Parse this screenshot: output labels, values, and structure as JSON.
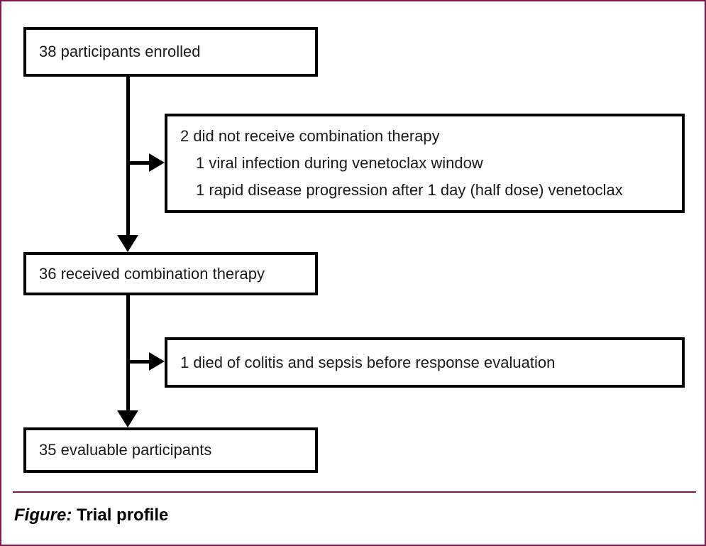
{
  "figure": {
    "caption_label": "Figure:",
    "caption_text": "Trial profile",
    "rule_color": "#7d1a4d",
    "border_color": "#7d1a4d",
    "box_border_color": "#000000",
    "connector_color": "#000000"
  },
  "flowchart": {
    "type": "consort-flow-diagram",
    "nodes": [
      {
        "id": "enrolled",
        "lines": [
          {
            "text": "38 participants enrolled",
            "indent": false
          }
        ]
      },
      {
        "id": "not-received-combination",
        "lines": [
          {
            "text": "2 did not receive combination therapy",
            "indent": false
          },
          {
            "text": "1 viral infection during venetoclax window",
            "indent": true
          },
          {
            "text": "1 rapid disease progression after 1 day (half dose) venetoclax",
            "indent": true
          }
        ]
      },
      {
        "id": "received-combination",
        "lines": [
          {
            "text": "36 received combination therapy",
            "indent": false
          }
        ]
      },
      {
        "id": "died-colitis-sepsis",
        "lines": [
          {
            "text": "1 died of colitis and sepsis before response evaluation",
            "indent": false
          }
        ]
      },
      {
        "id": "evaluable",
        "lines": [
          {
            "text": "35 evaluable participants",
            "indent": false
          }
        ]
      }
    ],
    "counts": {
      "enrolled": 38,
      "did_not_receive_combination_therapy": 2,
      "viral_infection_during_venetoclax_window": 1,
      "rapid_disease_progression": 1,
      "received_combination_therapy": 36,
      "died_of_colitis_and_sepsis": 1,
      "evaluable_participants": 35
    },
    "edges": [
      {
        "from": "enrolled",
        "to": "received-combination",
        "direction": "down"
      },
      {
        "from": "enrolled",
        "to": "not-received-combination",
        "direction": "right"
      },
      {
        "from": "received-combination",
        "to": "evaluable",
        "direction": "down"
      },
      {
        "from": "received-combination",
        "to": "died-colitis-sepsis",
        "direction": "right"
      }
    ]
  }
}
